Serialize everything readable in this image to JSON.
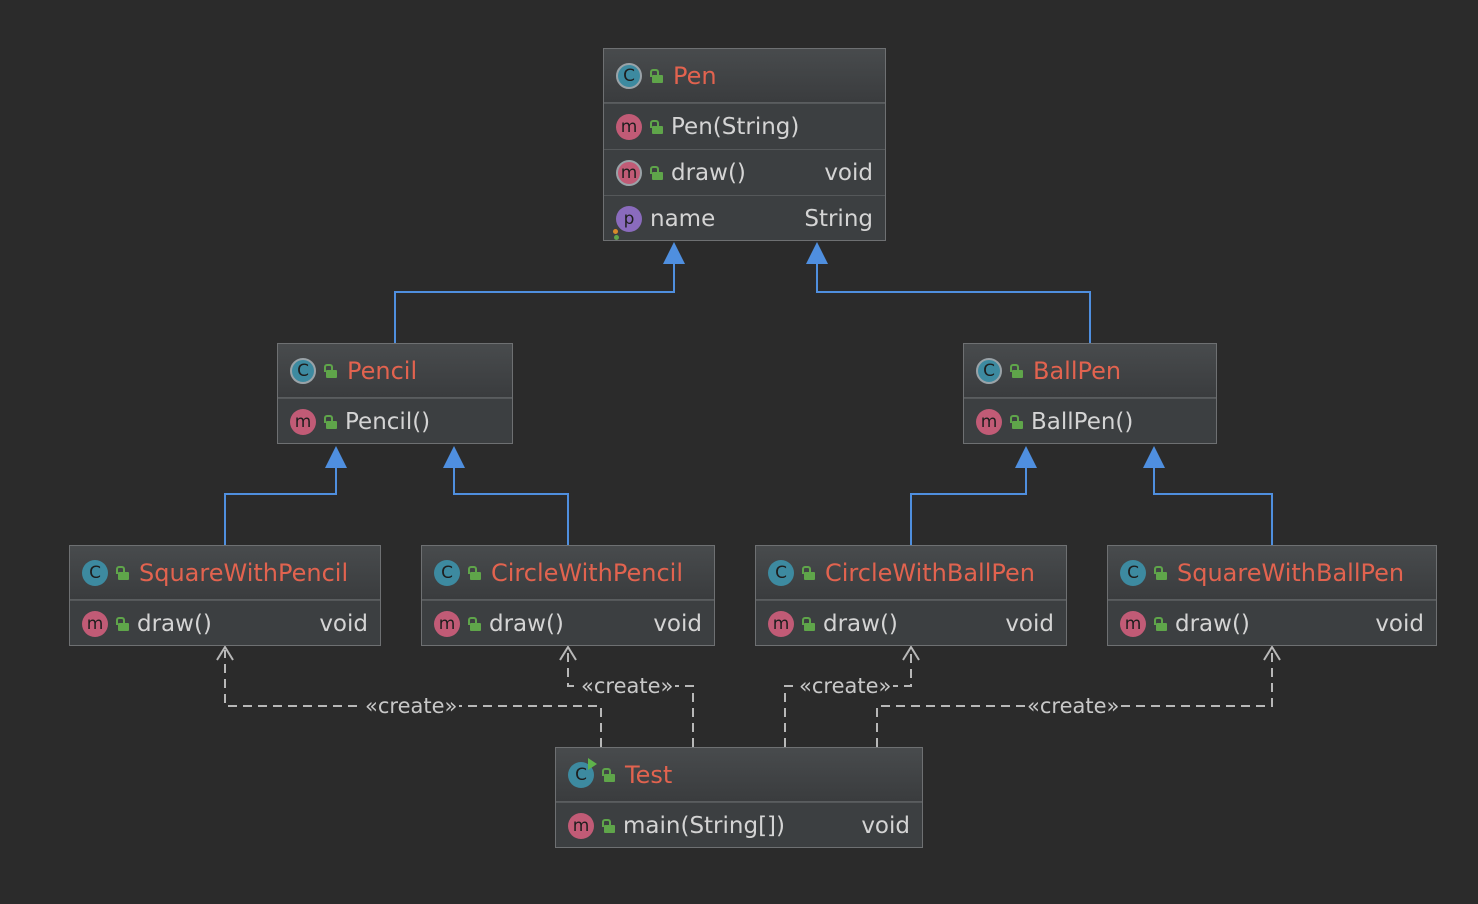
{
  "classes": {
    "pen": {
      "name": "Pen",
      "icon": "abstract-class-icon",
      "members": [
        {
          "name": "Pen(String)",
          "type": ""
        },
        {
          "name": "draw()",
          "type": "void"
        },
        {
          "name": "name",
          "type": "String"
        }
      ]
    },
    "pencil": {
      "name": "Pencil",
      "icon": "abstract-class-icon",
      "members": [
        {
          "name": "Pencil()",
          "type": ""
        }
      ]
    },
    "ballpen": {
      "name": "BallPen",
      "icon": "abstract-class-icon",
      "members": [
        {
          "name": "BallPen()",
          "type": ""
        }
      ]
    },
    "square_pencil": {
      "name": "SquareWithPencil",
      "icon": "class-icon",
      "members": [
        {
          "name": "draw()",
          "type": "void"
        }
      ]
    },
    "circle_pencil": {
      "name": "CircleWithPencil",
      "icon": "class-icon",
      "members": [
        {
          "name": "draw()",
          "type": "void"
        }
      ]
    },
    "circle_ballpen": {
      "name": "CircleWithBallPen",
      "icon": "class-icon",
      "members": [
        {
          "name": "draw()",
          "type": "void"
        }
      ]
    },
    "square_ballpen": {
      "name": "SquareWithBallPen",
      "icon": "class-icon",
      "members": [
        {
          "name": "draw()",
          "type": "void"
        }
      ]
    },
    "test": {
      "name": "Test",
      "icon": "main-class-icon",
      "members": [
        {
          "name": "main(String[])",
          "type": "void"
        }
      ]
    }
  },
  "edges": {
    "create_label": "«create»"
  },
  "icon_glyphs": {
    "class": "C",
    "method": "m",
    "property": "p"
  },
  "colors": {
    "background": "#2b2b2b",
    "class_name": "#e2634f",
    "inheritance": "#4f8fdf",
    "dependency": "#b8b8b8"
  }
}
